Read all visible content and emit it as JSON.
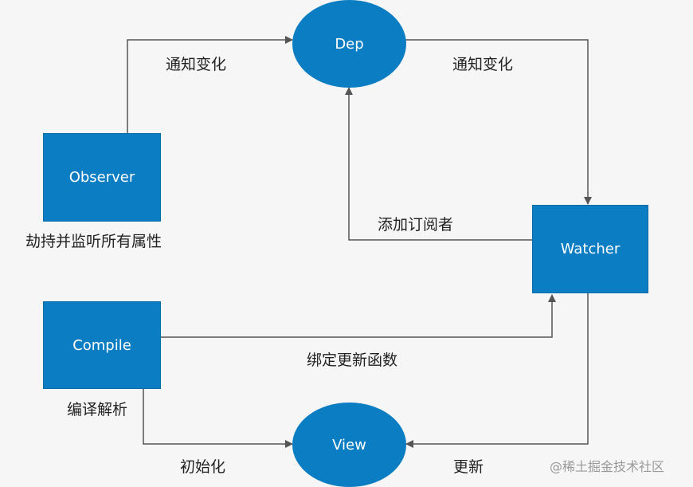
{
  "nodes": {
    "dep": "Dep",
    "observer": "Observer",
    "watcher": "Watcher",
    "compile": "Compile",
    "view": "View"
  },
  "edge_labels": {
    "observer_to_dep": "通知变化",
    "dep_to_watcher": "通知变化",
    "watcher_to_dep": "添加订阅者",
    "compile_to_watcher": "绑定更新函数",
    "compile_to_view": "初始化",
    "watcher_to_view": "更新"
  },
  "captions": {
    "observer": "劫持并监听所有属性",
    "compile": "编译解析"
  },
  "watermark": "@稀土掘金技术社区",
  "colors": {
    "node_fill": "#0b7dc2",
    "line": "#555555",
    "background": "#f6f6f6"
  }
}
